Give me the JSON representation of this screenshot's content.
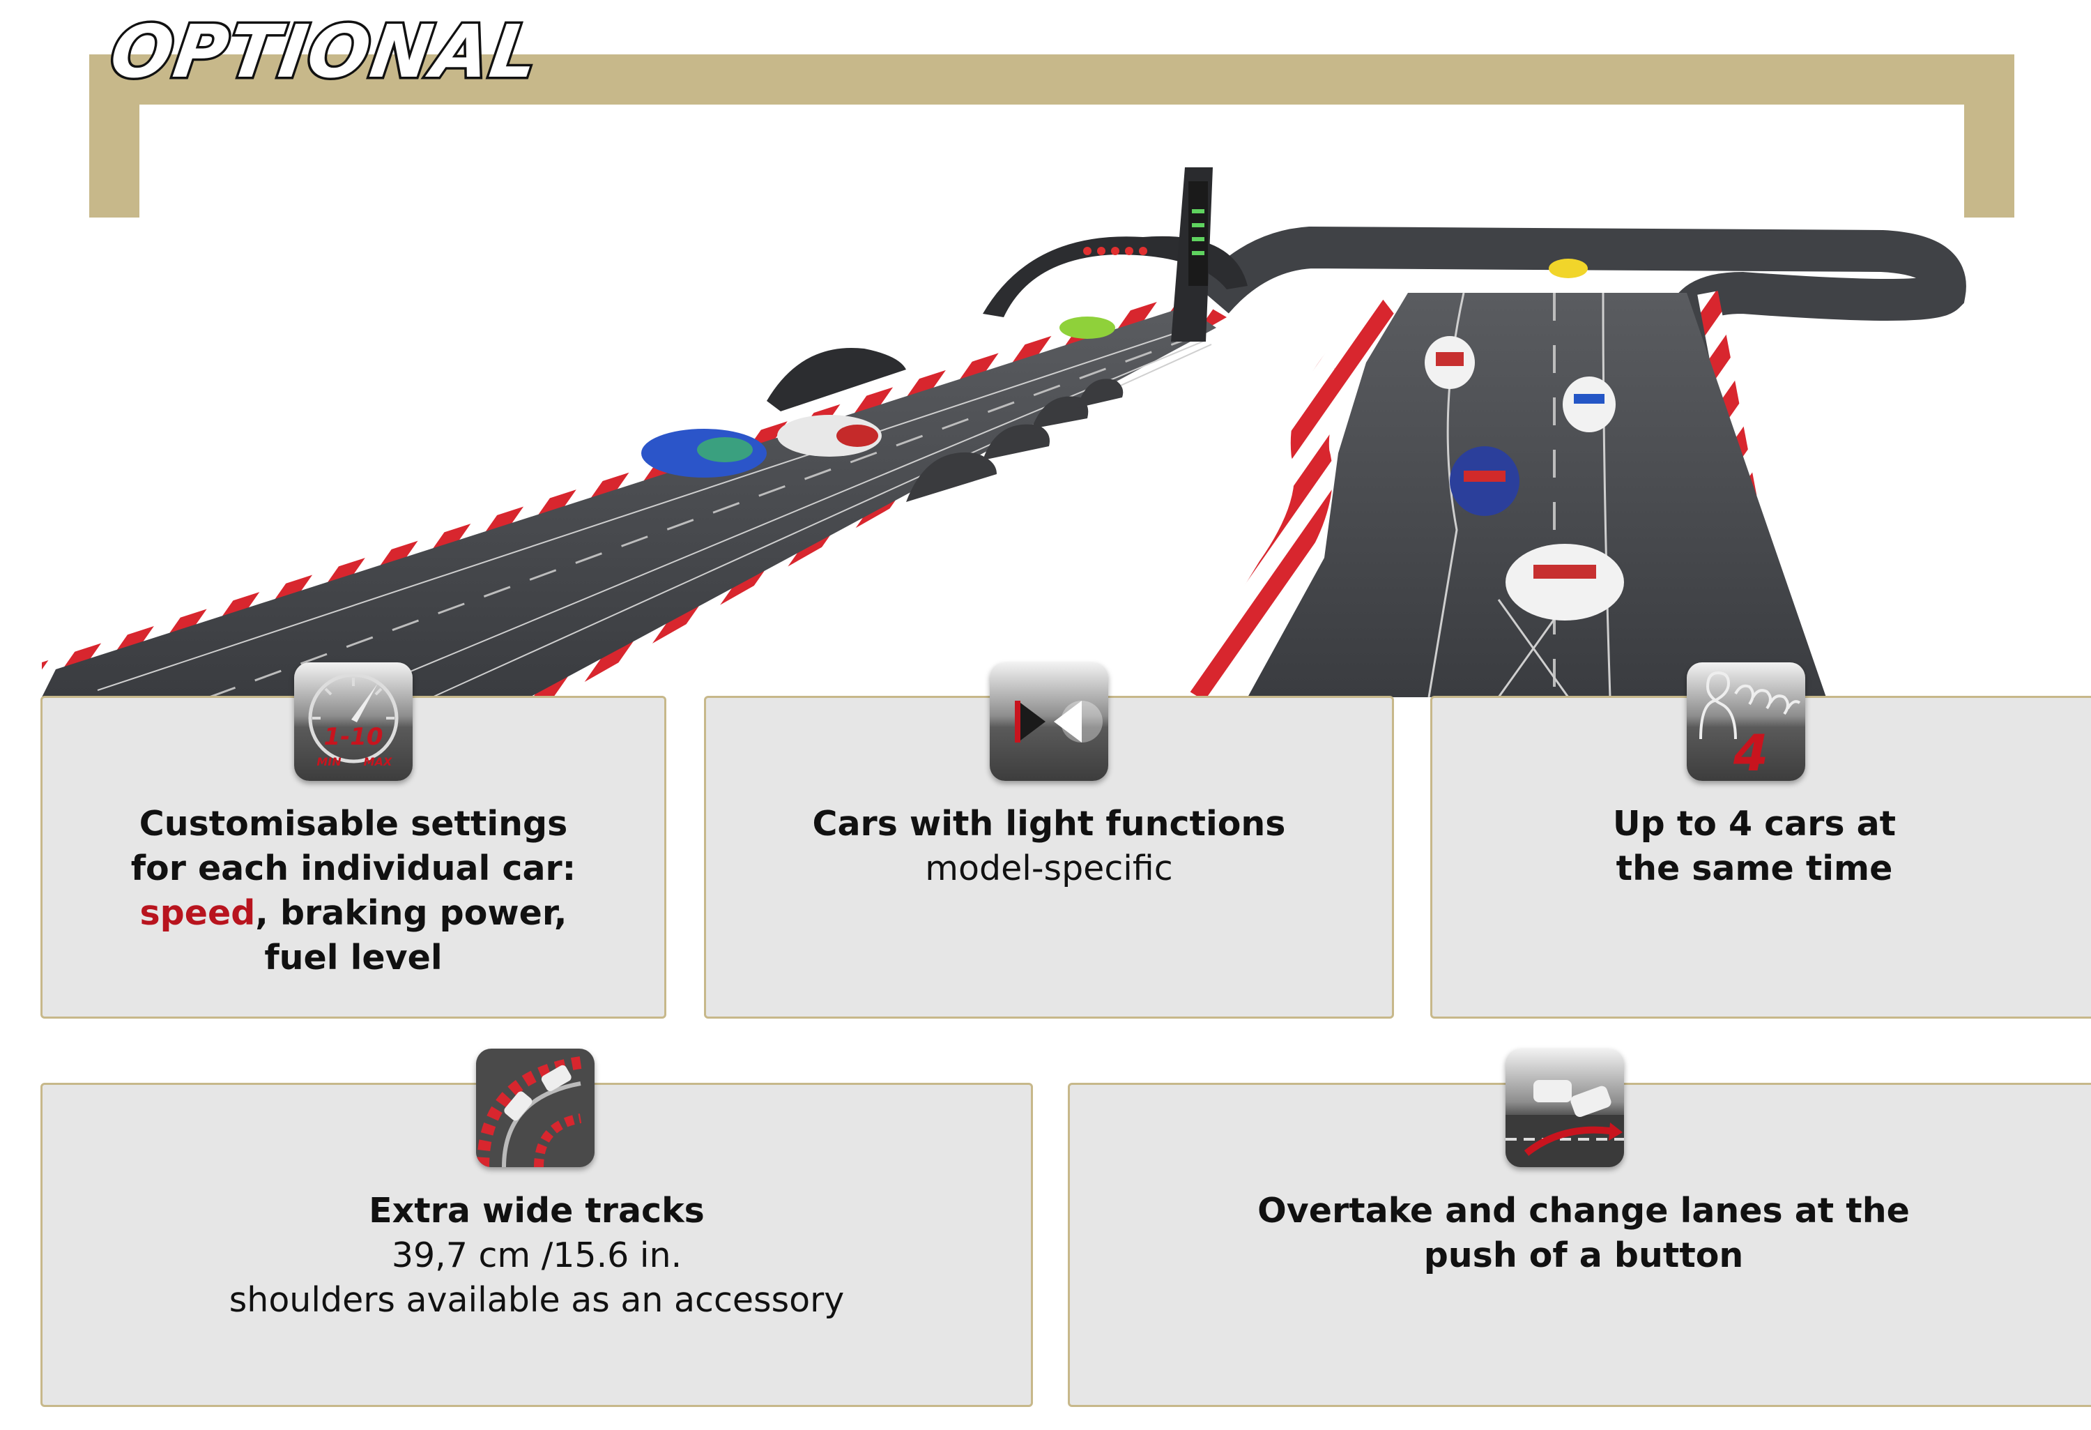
{
  "header": {
    "title": "OPTIONAL"
  },
  "features": [
    {
      "line1": "Customisable settings",
      "line2": "for each individual car:",
      "line3_accent": "speed",
      "line3_rest": ", braking power,",
      "line4": "fuel level",
      "icon_name": "speedometer-icon",
      "icon_text": "1-10",
      "icon_min": "MIN",
      "icon_max": "MAX"
    },
    {
      "line1": "Cars with light functions",
      "line2": "model-specific",
      "icon_name": "light-functions-icon"
    },
    {
      "line1": "Up to 4 cars at",
      "line2": "the same time",
      "icon_name": "four-cars-icon",
      "icon_text": "4"
    },
    {
      "line1": "Extra wide tracks",
      "line2": "39,7 cm /15.6 in.",
      "line3": "shoulders available as an accessory",
      "icon_name": "wide-track-icon"
    },
    {
      "line1": "Overtake and change lanes at the",
      "line2": "push of a button",
      "icon_name": "lane-change-icon"
    }
  ],
  "colors": {
    "accent_red": "#b8141e",
    "frame_gold": "#c7b88a",
    "card_bg": "#e6e6e6"
  }
}
